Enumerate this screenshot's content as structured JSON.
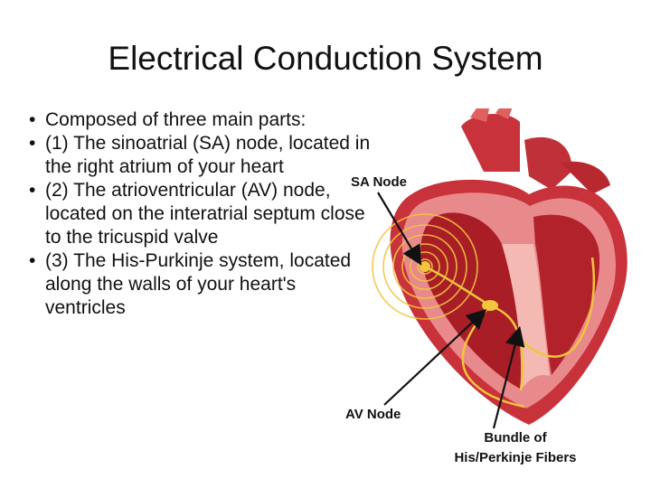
{
  "title": "Electrical Conduction System",
  "bullets": [
    "Composed of three main parts:",
    "(1) The sinoatrial (SA) node, located in the right atrium of your heart",
    "(2) The atrioventricular (AV) node, located on the interatrial septum close to the tricuspid valve",
    "(3) The His-Purkinje system, located along the walls of your heart's ventricles"
  ],
  "labels": {
    "sa_node": "SA Node",
    "av_node": "AV Node",
    "bundle_line1": "Bundle of",
    "bundle_line2": "His/Perkinje Fibers"
  },
  "colors": {
    "heart_outer": "#c8323a",
    "heart_light": "#e88a8c",
    "heart_inner": "#f4b9b3",
    "chamber": "#a81d26",
    "conduction": "#f2c53d",
    "arrow": "#111111"
  }
}
